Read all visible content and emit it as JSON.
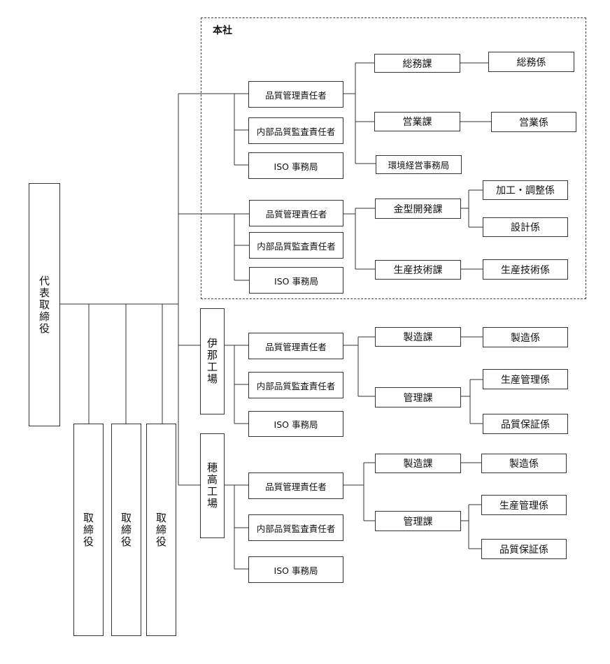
{
  "ceo": "代表取締役",
  "directors": [
    "取締役",
    "取締役",
    "取締役"
  ],
  "honsha_label": "本社",
  "honsha_group1": {
    "qm": "品質管理責任者",
    "audit": "内部品質監査責任者",
    "iso": "ISO 事務局",
    "sections": [
      {
        "name": "総務課",
        "sub": [
          "総務係"
        ]
      },
      {
        "name": "営業課",
        "sub": [
          "営業係"
        ]
      },
      {
        "name": "環境経営事務局",
        "sub": []
      }
    ]
  },
  "honsha_group2": {
    "qm": "品質管理責任者",
    "audit": "内部品質監査責任者",
    "iso": "ISO 事務局",
    "sections": [
      {
        "name": "金型開発課",
        "sub": [
          "加工・調整係",
          "設計係"
        ]
      },
      {
        "name": "生産技術課",
        "sub": [
          "生産技術係"
        ]
      }
    ]
  },
  "ina_factory": {
    "name": "伊那工場",
    "qm": "品質管理責任者",
    "audit": "内部品質監査責任者",
    "iso": "ISO 事務局",
    "sections": [
      {
        "name": "製造課",
        "sub": [
          "製造係"
        ]
      },
      {
        "name": "管理課",
        "sub": [
          "生産管理係",
          "品質保証係"
        ]
      }
    ]
  },
  "hotaka_factory": {
    "name": "穂高工場",
    "qm": "品質管理責任者",
    "audit": "内部品質監査責任者",
    "iso": "ISO 事務局",
    "sections": [
      {
        "name": "製造課",
        "sub": [
          "製造係"
        ]
      },
      {
        "name": "管理課",
        "sub": [
          "生産管理係",
          "品質保証係"
        ]
      }
    ]
  }
}
